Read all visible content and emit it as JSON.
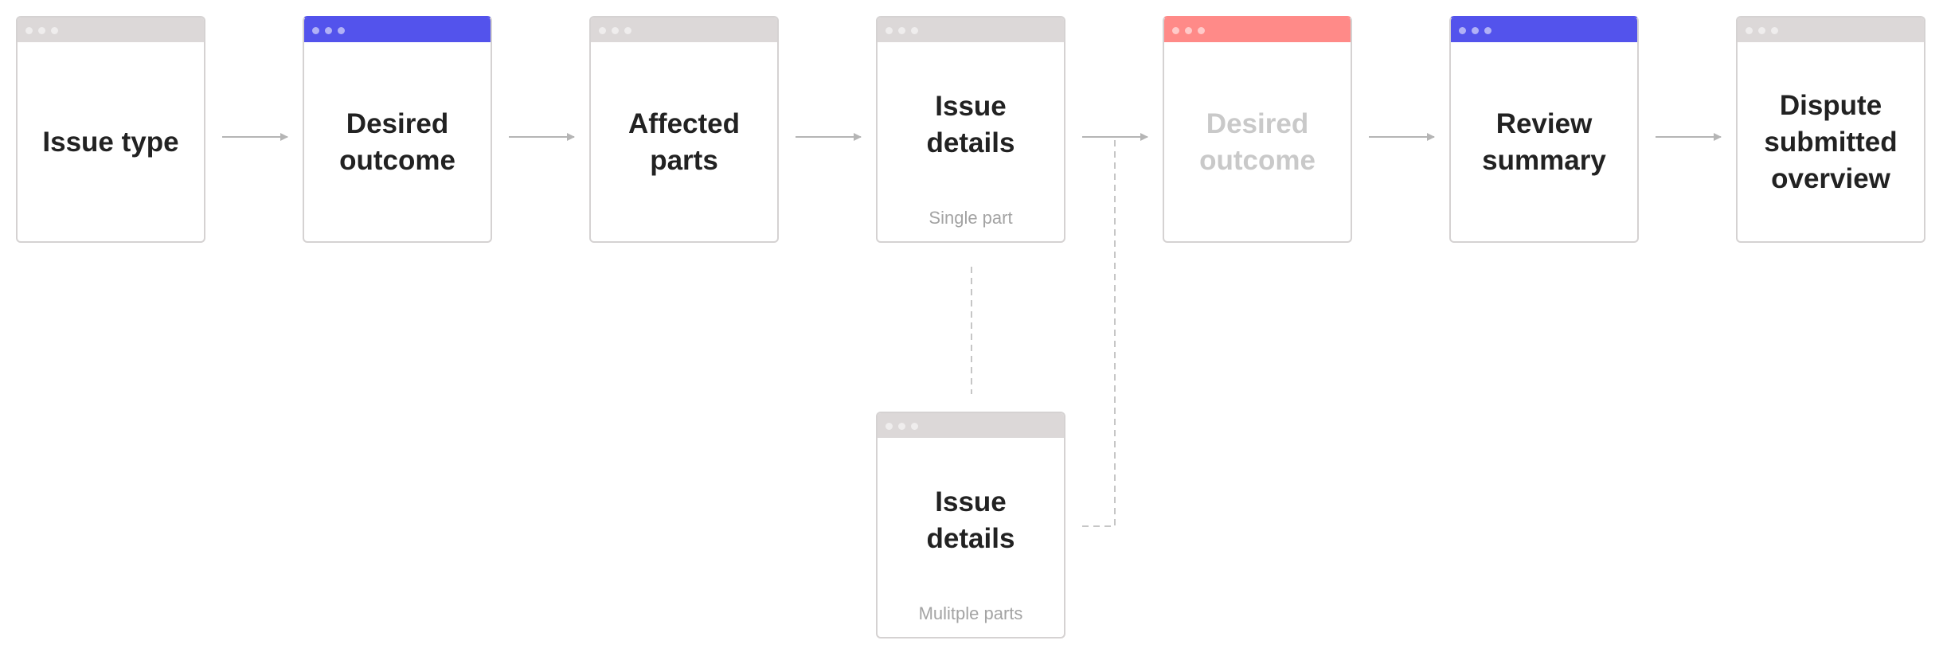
{
  "steps": [
    {
      "title": "Issue type",
      "subtitle": "",
      "bar_color": "#dcd8d8",
      "faded": false
    },
    {
      "title": "Desired outcome",
      "subtitle": "",
      "bar_color": "#5353ec",
      "faded": false
    },
    {
      "title": "Affected parts",
      "subtitle": "",
      "bar_color": "#dcd8d8",
      "faded": false
    },
    {
      "title": "Issue details",
      "subtitle": "Single part",
      "bar_color": "#dcd8d8",
      "faded": false
    },
    {
      "title": "Desired outcome",
      "subtitle": "",
      "bar_color": "#ff8a88",
      "faded": true
    },
    {
      "title": "Review summary",
      "subtitle": "",
      "bar_color": "#5353ec",
      "faded": false
    },
    {
      "title": "Dispute submitted overview",
      "subtitle": "",
      "bar_color": "#dcd8d8",
      "faded": false
    }
  ],
  "branch": {
    "title": "Issue details",
    "subtitle": "Mulitple parts",
    "bar_color": "#dcd8d8"
  },
  "colors": {
    "connector": "#b5b5b5",
    "dashed": "#c6c6c6"
  }
}
